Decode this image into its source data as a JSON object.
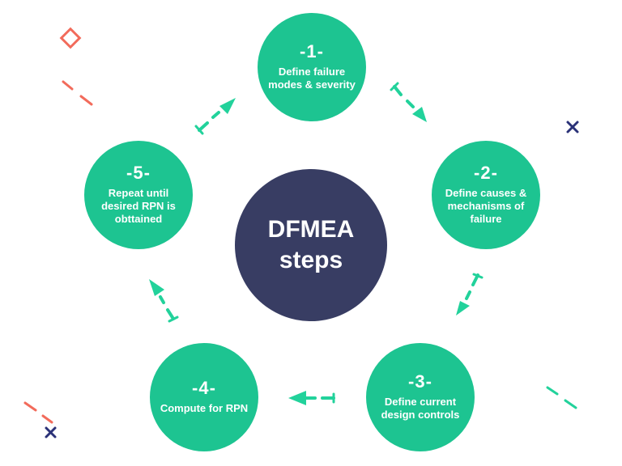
{
  "colors": {
    "step_fill": "#1dc491",
    "center_fill": "#383d63",
    "arrow": "#22d29b",
    "accent_red": "#f26b5b",
    "accent_navy": "#2b3278"
  },
  "center": {
    "line1": "DFMEA",
    "line2": "steps"
  },
  "steps": [
    {
      "number": "-1-",
      "label": "Define failure modes & severity"
    },
    {
      "number": "-2-",
      "label": "Define causes & mechanisms of failure"
    },
    {
      "number": "-3-",
      "label": "Define current design controls"
    },
    {
      "number": "-4-",
      "label": "Compute for RPN"
    },
    {
      "number": "-5-",
      "label": "Repeat until desired RPN is obttained"
    }
  ]
}
